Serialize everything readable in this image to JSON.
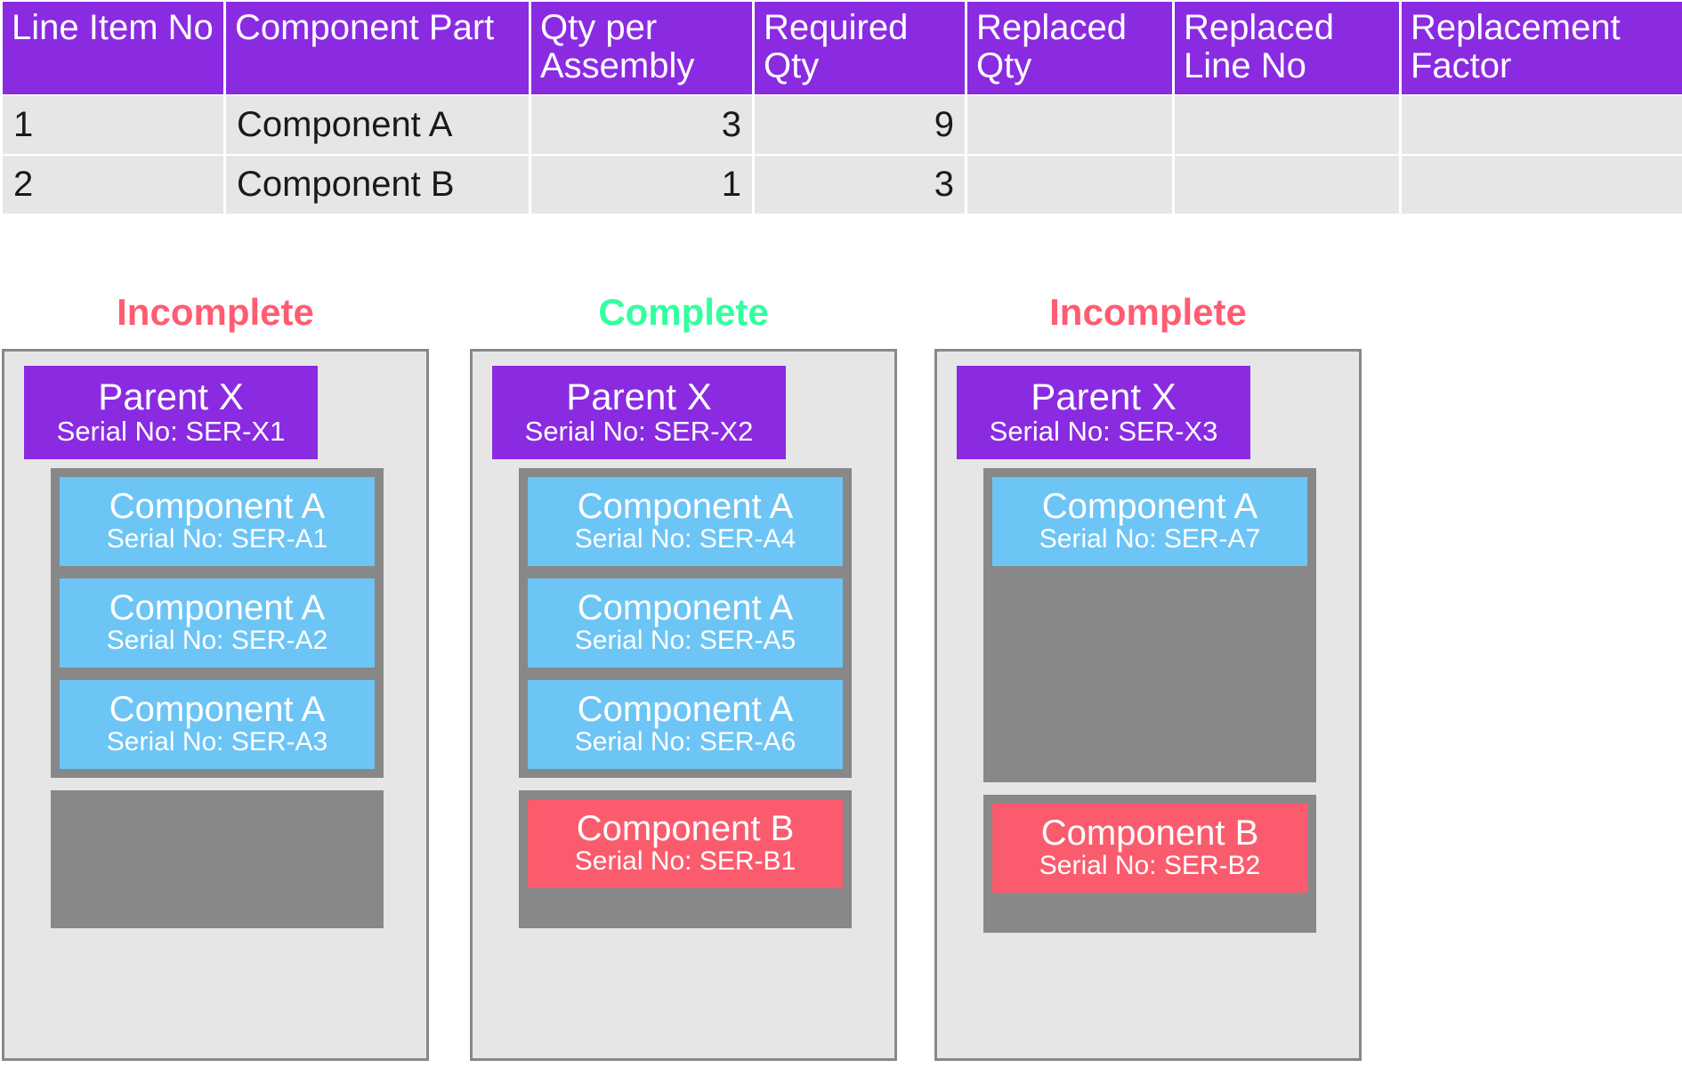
{
  "table": {
    "columns": [
      "Line Item No",
      "Component Part",
      "Qty per Assembly",
      "Required Qty",
      "Replaced Qty",
      "Replaced Line No",
      "Replacement Factor"
    ],
    "rows": [
      {
        "line_item_no": "1",
        "component_part": "Component A",
        "qty_per_assembly": "3",
        "required_qty": "9",
        "replaced_qty": "",
        "replaced_line_no": "",
        "replacement_factor": ""
      },
      {
        "line_item_no": "2",
        "component_part": "Component B",
        "qty_per_assembly": "1",
        "required_qty": "3",
        "replaced_qty": "",
        "replaced_line_no": "",
        "replacement_factor": ""
      }
    ]
  },
  "serial_label_prefix": "Serial No: ",
  "panels": [
    {
      "status": "Incomplete",
      "parent": {
        "title": "Parent X",
        "serial": "Serial No: SER-X1"
      },
      "group_a": [
        {
          "title": "Component A",
          "serial": "Serial No: SER-A1"
        },
        {
          "title": "Component A",
          "serial": "Serial No: SER-A2"
        },
        {
          "title": "Component A",
          "serial": "Serial No: SER-A3"
        }
      ],
      "group_b": []
    },
    {
      "status": "Complete",
      "parent": {
        "title": "Parent X",
        "serial": "Serial No: SER-X2"
      },
      "group_a": [
        {
          "title": "Component A",
          "serial": "Serial No: SER-A4"
        },
        {
          "title": "Component A",
          "serial": "Serial No: SER-A5"
        },
        {
          "title": "Component A",
          "serial": "Serial No: SER-A6"
        }
      ],
      "group_b": [
        {
          "title": "Component B",
          "serial": "Serial No: SER-B1"
        }
      ]
    },
    {
      "status": "Incomplete",
      "parent": {
        "title": "Parent X",
        "serial": "Serial No: SER-X3"
      },
      "group_a": [
        {
          "title": "Component A",
          "serial": "Serial No: SER-A7"
        }
      ],
      "group_b": [
        {
          "title": "Component B",
          "serial": "Serial No: SER-B2"
        }
      ]
    }
  ],
  "colors": {
    "header_purple": "#8A2BE2",
    "row_grey": "#E6E6E6",
    "component_a_blue": "#6DC5F5",
    "component_b_red": "#FA5C6E",
    "slot_grey": "#888888",
    "status_incomplete": "#FF5C72",
    "status_complete": "#32FF9E"
  }
}
